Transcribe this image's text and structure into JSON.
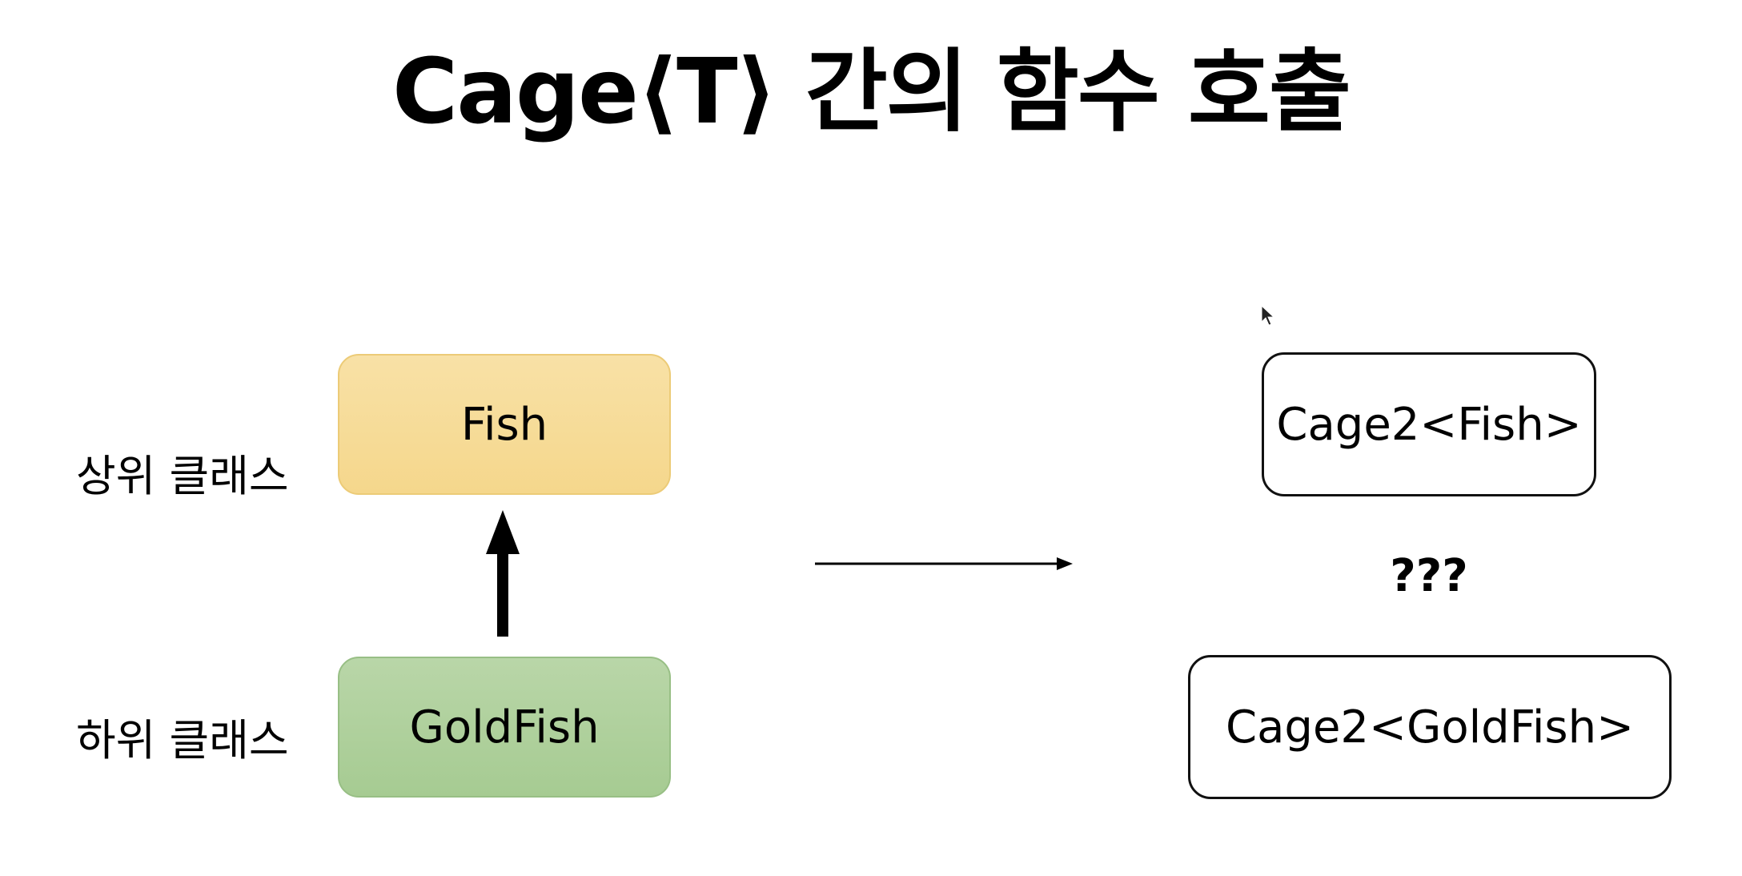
{
  "title": "Cage⟨T⟩ 간의 함수 호출",
  "labels": {
    "upper": "상위 클래스",
    "lower": "하위 클래스"
  },
  "classes": {
    "parent": "Fish",
    "child": "GoldFish"
  },
  "cages": {
    "parent": "Cage2<Fish>",
    "child": "Cage2<GoldFish>",
    "relation": "???"
  },
  "colors": {
    "parent_fill": "#f6d992",
    "child_fill": "#aecf9b",
    "cage_border": "#111111"
  },
  "icons": {
    "inheritance_arrow": "arrow-up-icon",
    "mapping_arrow": "arrow-right-icon",
    "cursor": "mouse-cursor-icon"
  }
}
